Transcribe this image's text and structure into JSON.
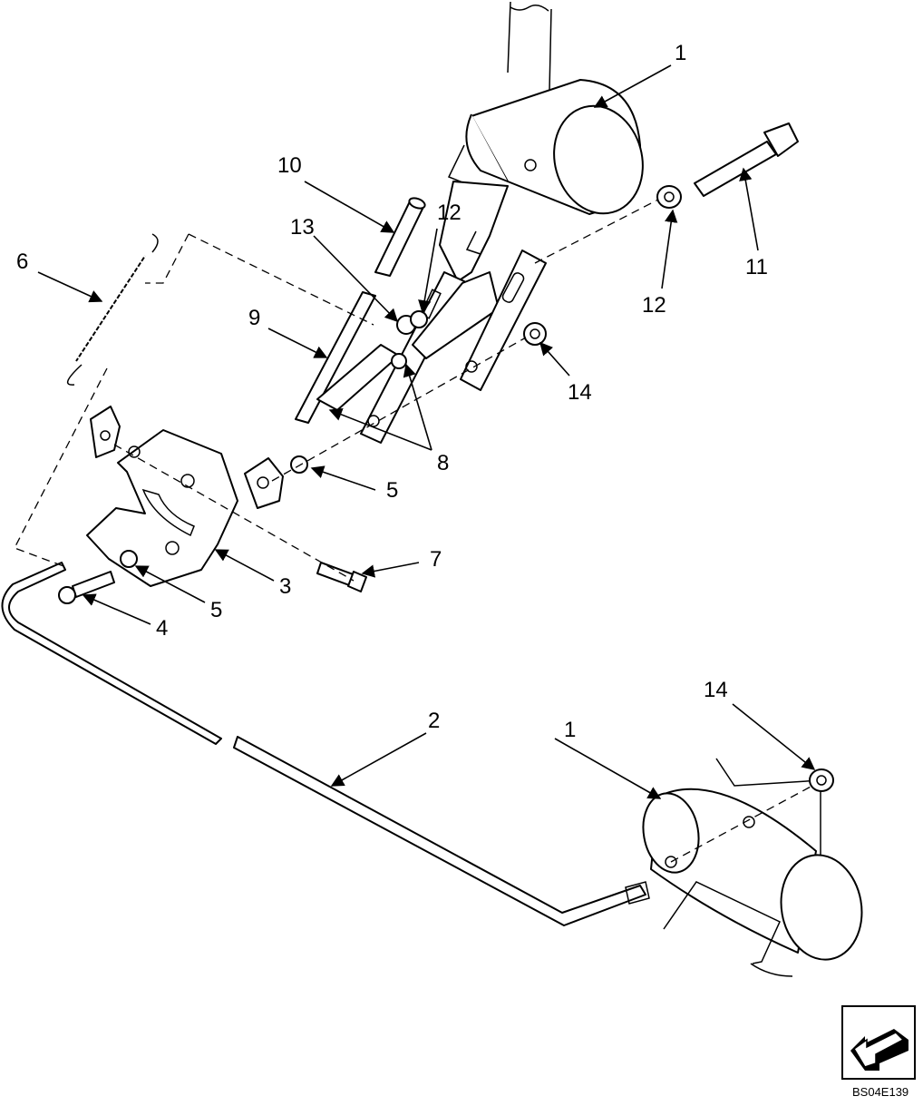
{
  "callouts": [
    {
      "id": "c1a",
      "label": "1"
    },
    {
      "id": "c1b",
      "label": "1"
    },
    {
      "id": "c2",
      "label": "2"
    },
    {
      "id": "c3",
      "label": "3"
    },
    {
      "id": "c4",
      "label": "4"
    },
    {
      "id": "c5a",
      "label": "5"
    },
    {
      "id": "c5b",
      "label": "5"
    },
    {
      "id": "c6",
      "label": "6"
    },
    {
      "id": "c7",
      "label": "7"
    },
    {
      "id": "c8",
      "label": "8"
    },
    {
      "id": "c9",
      "label": "9"
    },
    {
      "id": "c10",
      "label": "10"
    },
    {
      "id": "c11",
      "label": "11"
    },
    {
      "id": "c12a",
      "label": "12"
    },
    {
      "id": "c12b",
      "label": "12"
    },
    {
      "id": "c13",
      "label": "13"
    },
    {
      "id": "c14a",
      "label": "14"
    },
    {
      "id": "c14b",
      "label": "14"
    }
  ],
  "diagram_code": "BS04E139",
  "icons": {
    "orientation": "front-arrow-icon"
  }
}
